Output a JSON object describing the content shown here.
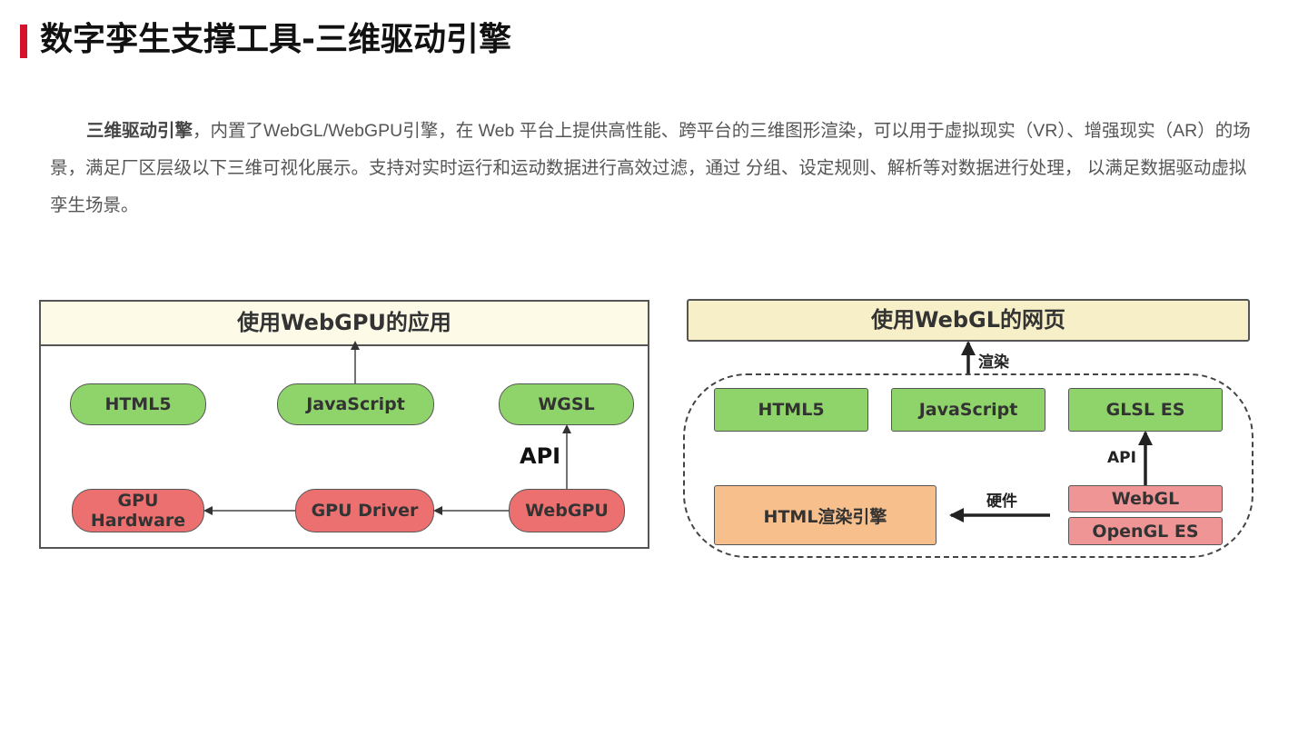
{
  "page": {
    "title": "数字孪生支撑工具-三维驱动引擎",
    "accent_color": "#d6132d"
  },
  "intro": {
    "bold_lead": "三维驱动引擎",
    "text": "，内置了WebGL/WebGPU引擎，在 Web 平台上提供高性能、跨平台的三维图形渲染，可以用于虚拟现实（VR）、增强现实（AR）的场景，满足厂区层级以下三维可视化展示。支持对实时运行和运动数据进行高效过滤，通过 分组、设定规则、解析等对数据进行处理，  以满足数据驱动虚拟孪生场景。"
  },
  "webgpu_diagram": {
    "title": "使用WebGPU的应用",
    "top_nodes": [
      "HTML5",
      "JavaScript",
      "WGSL"
    ],
    "bottom_nodes": [
      "GPU Hardware",
      "GPU Driver",
      "WebGPU"
    ],
    "api_label": "API",
    "colors": {
      "top": "#8fd46a",
      "bottom": "#ec7070",
      "header": "#fdfbe8"
    }
  },
  "webgl_diagram": {
    "title": "使用WebGL的网页",
    "render_label": "渲染",
    "top_nodes": [
      "HTML5",
      "JavaScript",
      "GLSL ES"
    ],
    "engine_node": "HTML渲染引擎",
    "hardware_label": "硬件",
    "api_label": "API",
    "stack_nodes": [
      "WebGL",
      "OpenGL ES"
    ],
    "colors": {
      "top": "#8fd46a",
      "engine": "#f7bf8c",
      "stack": "#f09595",
      "header": "#f6efc7"
    }
  }
}
